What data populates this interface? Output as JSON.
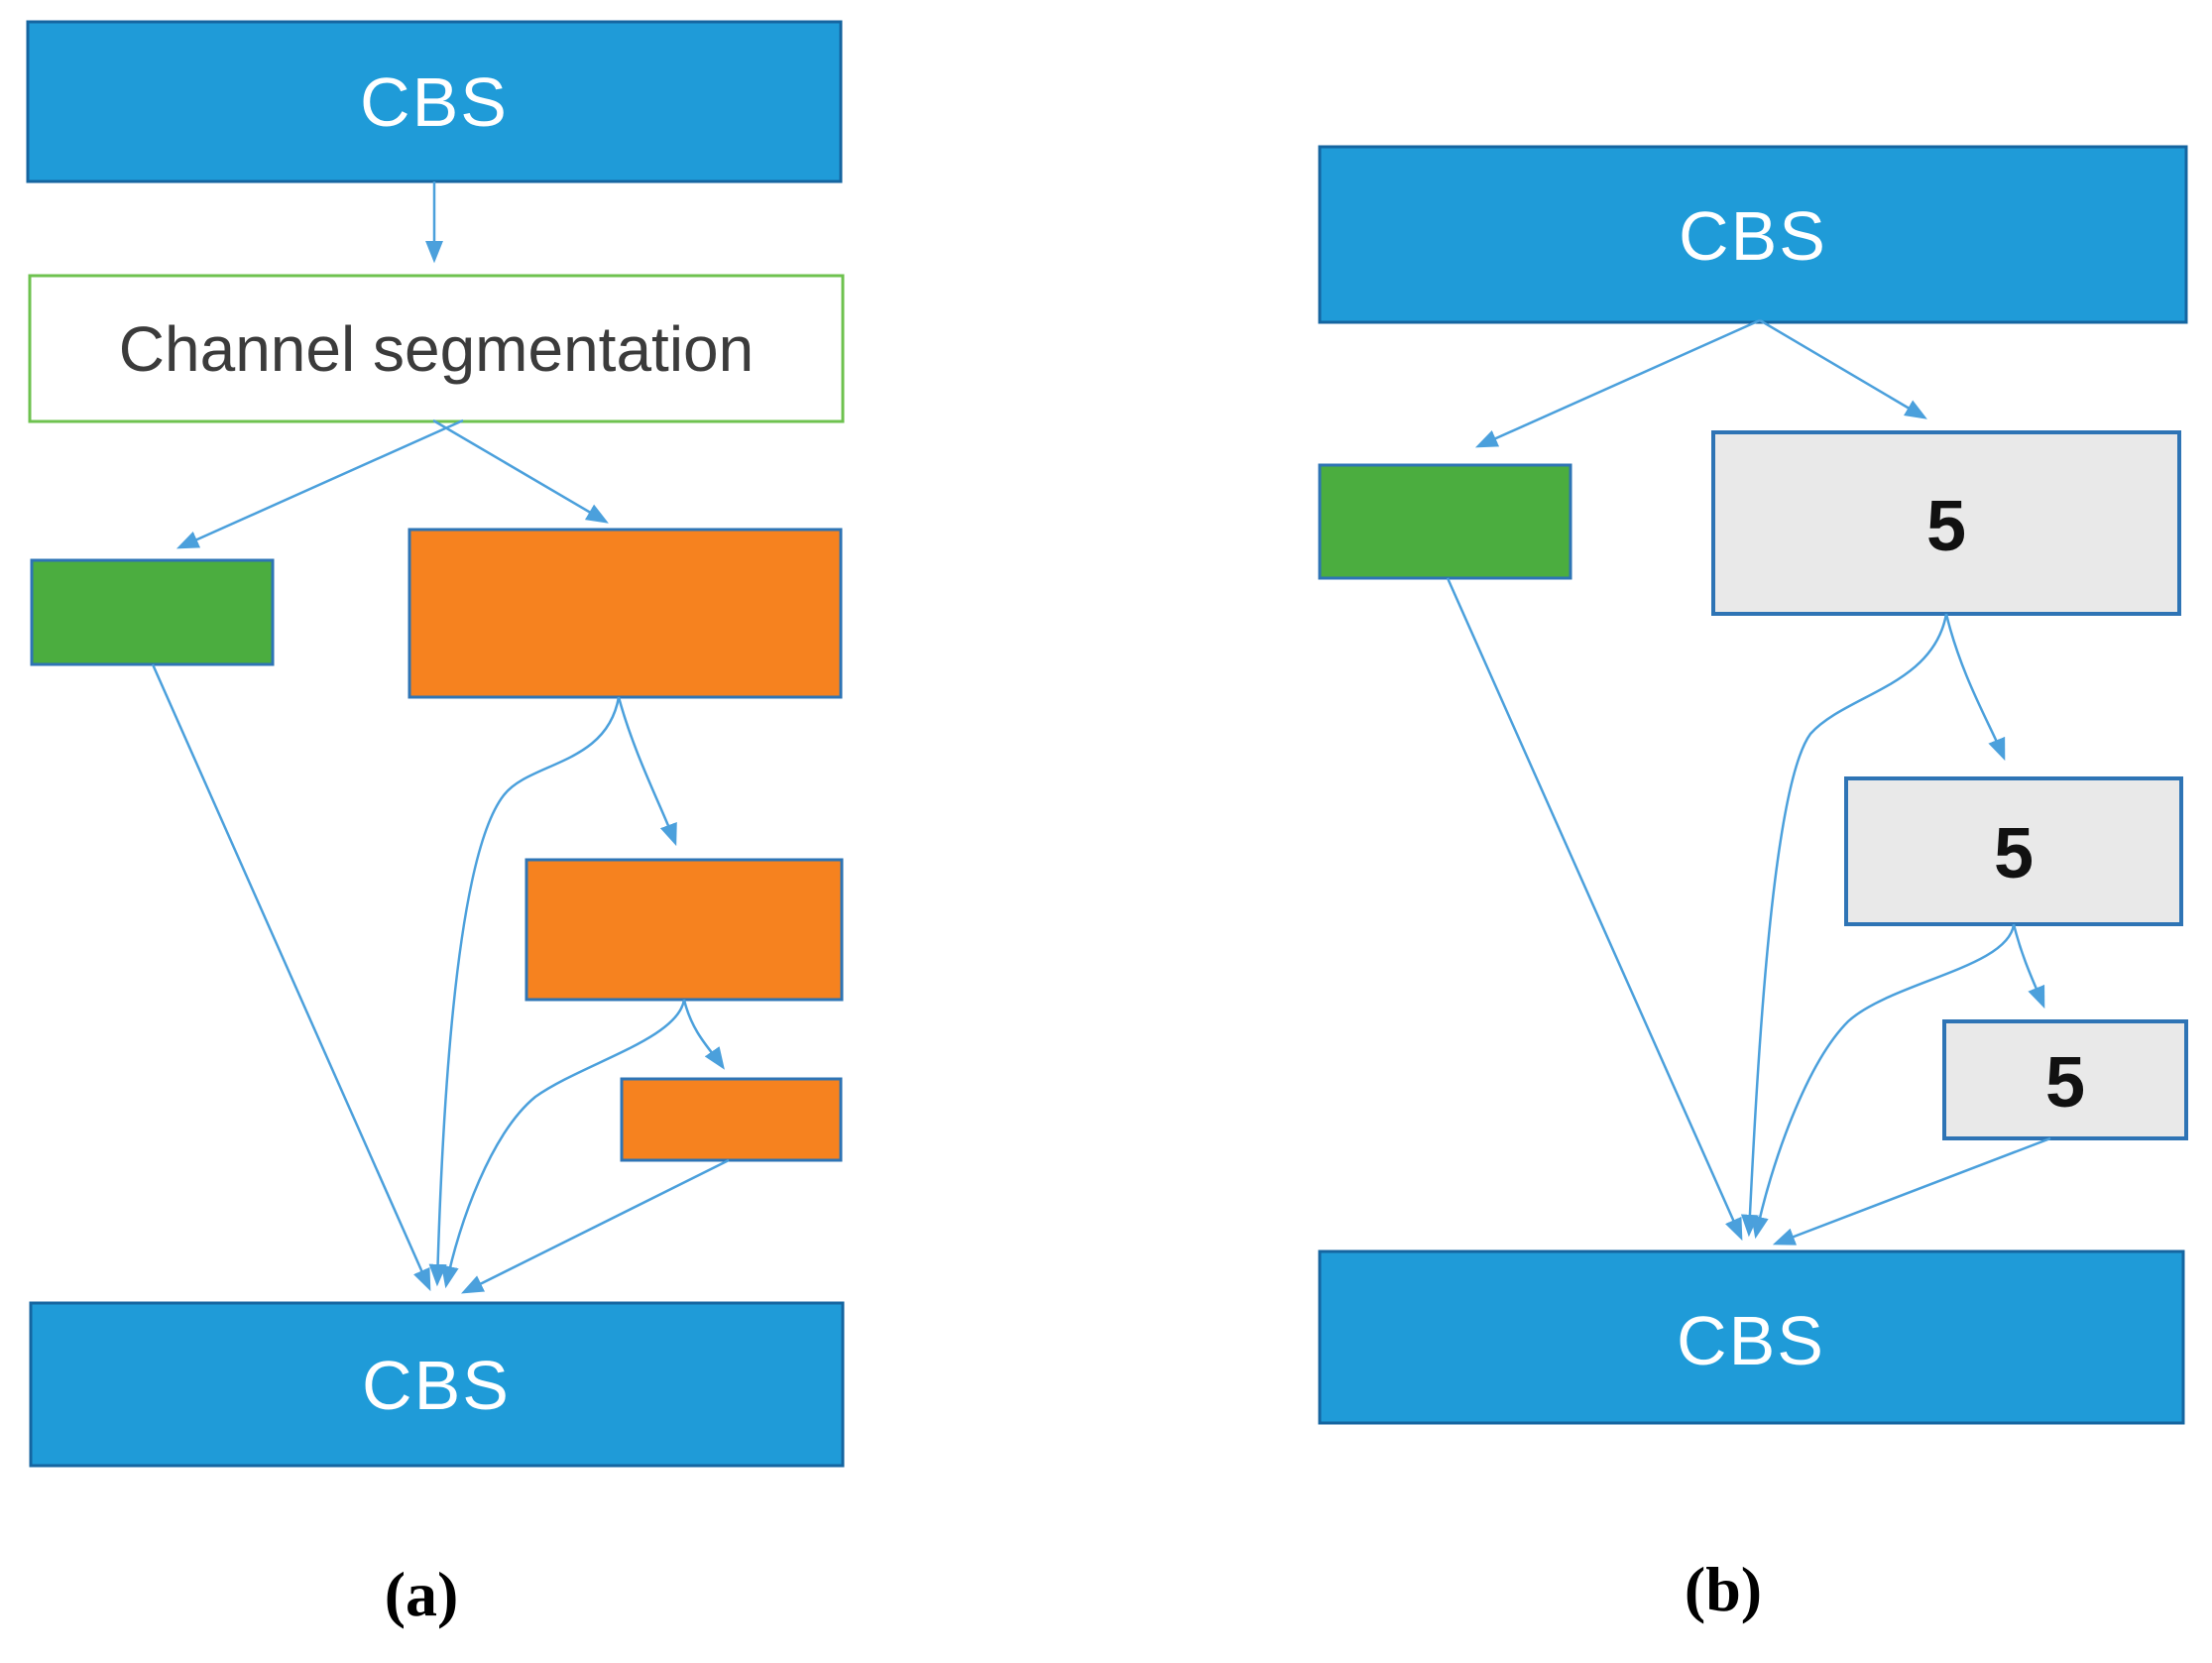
{
  "figure": {
    "description": "Two-panel flow diagram of CBS channel segmentation and slot allocation",
    "panels": [
      {
        "id": "a",
        "label": "(a)",
        "nodes": {
          "cbs_top": "CBS",
          "segmentation": "Channel segmentation",
          "green_slot": "",
          "orange_slot_1": "",
          "orange_slot_2": "",
          "orange_slot_3": "",
          "cbs_bottom": "CBS"
        }
      },
      {
        "id": "b",
        "label": "(b)",
        "nodes": {
          "cbs_top": "CBS",
          "green_slot": "",
          "slot1": "5",
          "slot2": "5",
          "slot3": "5",
          "cbs_bottom": "CBS"
        }
      }
    ]
  },
  "colors": {
    "blue_fill": "#1F9BD8",
    "blue_border": "#1565A0",
    "green_fill": "#4BAD3F",
    "orange_fill": "#F6821F",
    "gray_fill": "#E9E9E9",
    "node_border": "#2E74B5",
    "segmentation_border": "#6EC24F",
    "arrow": "#4BA0DC",
    "cbs_text": "#FFFFFF",
    "segmentation_text": "#3B3B3B",
    "number_text": "#111111",
    "label_text": "#000000"
  }
}
